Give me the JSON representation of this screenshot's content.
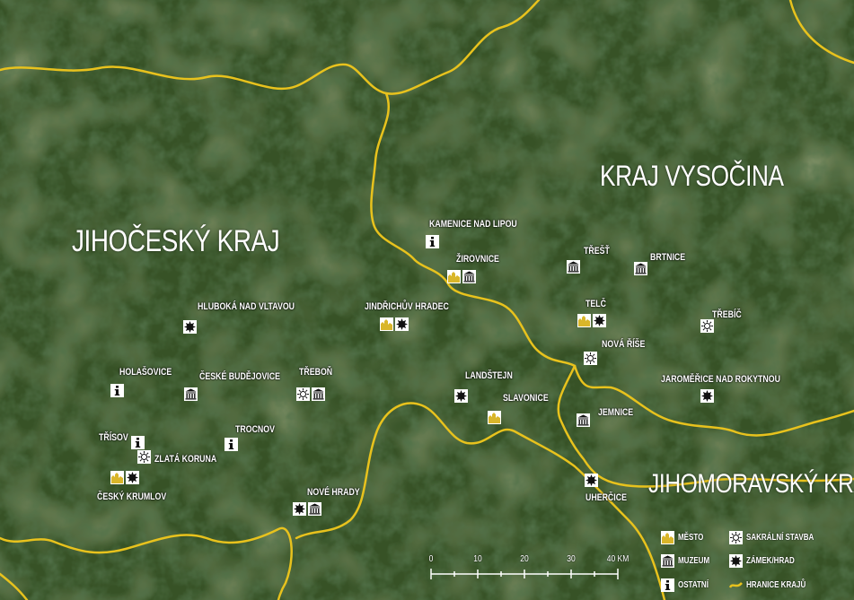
{
  "regions": {
    "jihocesky": "JIHOČESKÝ KRAJ",
    "vysocina": "KRAJ VYSOČINA",
    "jihomoravsky": "JIHOMORAVSKÝ KRAJ"
  },
  "places": {
    "kamenice": "KAMENICE NAD LIPOU",
    "zirovnice": "ŽIROVNICE",
    "trest": "TŘEŠŤ",
    "brtnice": "BRTNICE",
    "hluboka": "HLUBOKÁ NAD VLTAVOU",
    "jindrichuv": "JINDŘICHŮV HRADEC",
    "telc": "TELČ",
    "trebic": "TŘEBÍČ",
    "nova_rise": "NOVÁ ŘÍŠE",
    "holasovice": "HOLAŠOVICE",
    "budejovice": "ČESKÉ BUDĚJOVICE",
    "trebon": "TŘEBOŇ",
    "landstejn": "LANDŠTEJN",
    "slavonice": "SLAVONICE",
    "jaromerice": "JAROMĚŘICE NAD ROKYTNOU",
    "jemnice": "JEMNICE",
    "trocnov": "TROCNOV",
    "trisov": "TŘÍSOV",
    "zlata_koruna": "ZLATÁ KORUNA",
    "krumlov": "ČESKÝ KRUMLOV",
    "nove_hrady": "NOVÉ HRADY",
    "uhercice": "UHERČICE"
  },
  "legend": {
    "mesto": "MĚSTO",
    "muzeum": "MUZEUM",
    "ostatni": "OSTATNÍ",
    "sakralni": "SAKRÁLNÍ STAVBA",
    "zamek": "ZÁMEK/HRAD",
    "hranice": "HRANICE KRAJŮ"
  },
  "scale": {
    "ticks": [
      "0",
      "10",
      "20",
      "30",
      "40 KM"
    ]
  },
  "colors": {
    "border": "#e8c21d",
    "town_icon": "#d9b62a",
    "icon_bg": "#ffffff",
    "icon_dark": "#111111"
  }
}
